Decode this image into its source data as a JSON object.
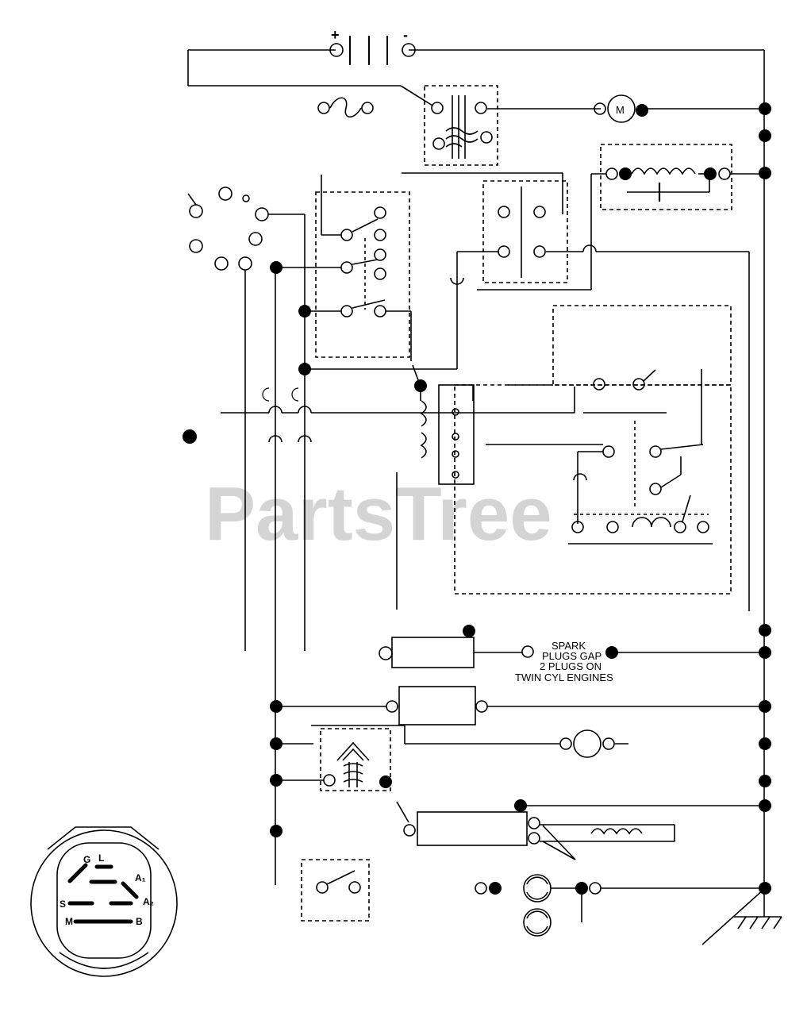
{
  "battery": {
    "plus": "+",
    "minus": "-"
  },
  "starter_motor": {
    "symbol": "M"
  },
  "spark_plug_label": [
    "SPARK",
    "PLUGS GAP",
    "2 PLUGS ON",
    "TWIN CYL ENGINES"
  ],
  "watermark": "PartsTree",
  "ignition_switch_pins": {
    "g": "G",
    "l": "L",
    "a1": "A₁",
    "s": "S",
    "a2": "A₂",
    "m": "M",
    "b": "B"
  },
  "colors": {
    "line": "#000000",
    "watermark": "#c8c8c8"
  }
}
